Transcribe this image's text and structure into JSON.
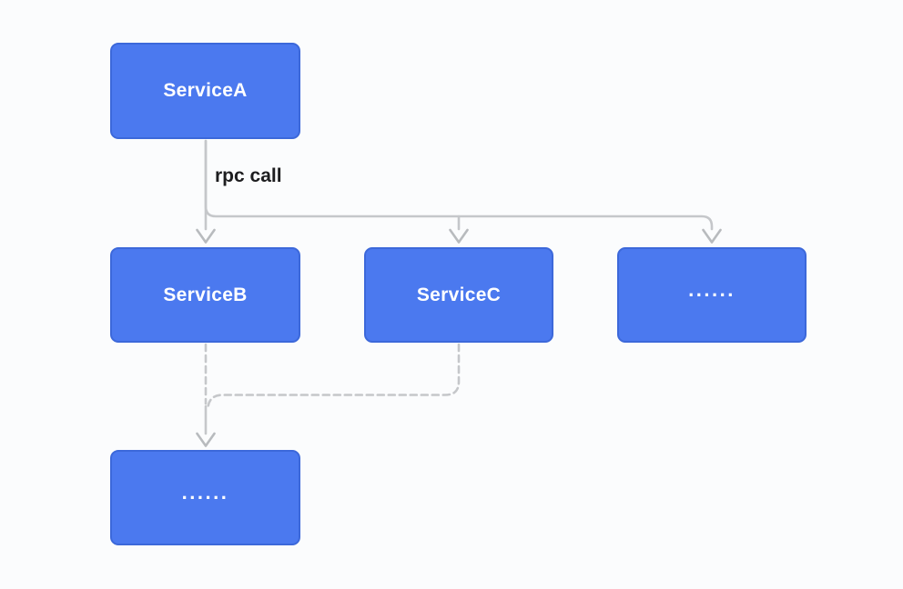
{
  "diagram": {
    "edge_label": "rpc call",
    "nodes": [
      {
        "id": "service-a",
        "label": "ServiceA"
      },
      {
        "id": "service-b",
        "label": "ServiceB"
      },
      {
        "id": "service-c",
        "label": "ServiceC"
      },
      {
        "id": "more-services",
        "label": "......"
      },
      {
        "id": "more-downstream",
        "label": "......"
      }
    ],
    "colors": {
      "canvas_background": "#fbfcfd",
      "node_fill": "#4b79ef",
      "node_border": "#3c68da",
      "node_text": "#ffffff",
      "connector": "#c5c7ca",
      "arrowhead": "#b8bbbe",
      "edge_label_text": "#1d1d1f"
    }
  }
}
